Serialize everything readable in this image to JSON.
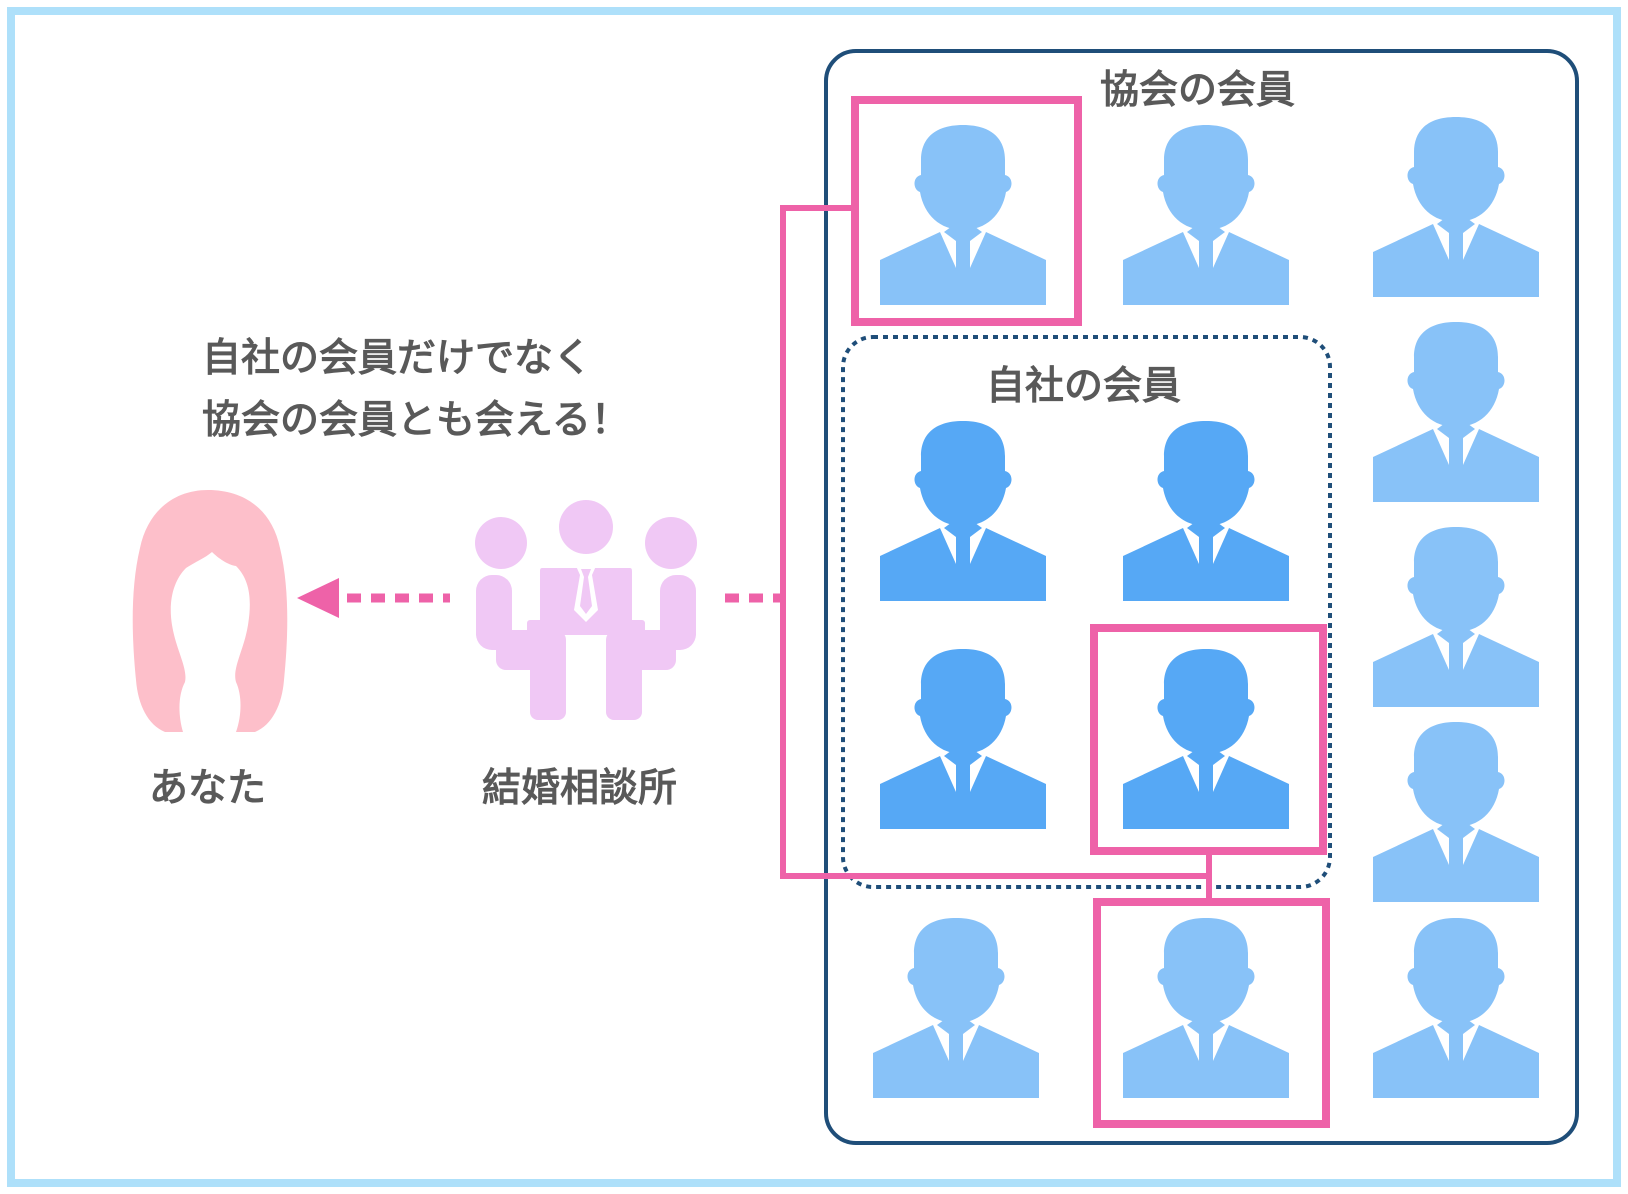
{
  "headline": {
    "line1": "自社の会員だけでなく",
    "line2": "協会の会員とも会える！"
  },
  "nodes": {
    "you": "あなた",
    "agency": "結婚相談所"
  },
  "groups": {
    "association": "協会の会員",
    "own_company": "自社の会員"
  },
  "colors": {
    "frame": "#aee0fa",
    "association_border": "#1f4e79",
    "own_border": "#1f4e79",
    "highlight": "#ee62a8",
    "member_light": "#88c2f8",
    "member_dark": "#56a8f5",
    "you": "#fdbfca",
    "agency": "#f0c8f5",
    "text": "#595959"
  },
  "icons": {
    "you": "woman-silhouette-icon",
    "agency": "counseling-meeting-icon",
    "member": "businessman-icon"
  }
}
